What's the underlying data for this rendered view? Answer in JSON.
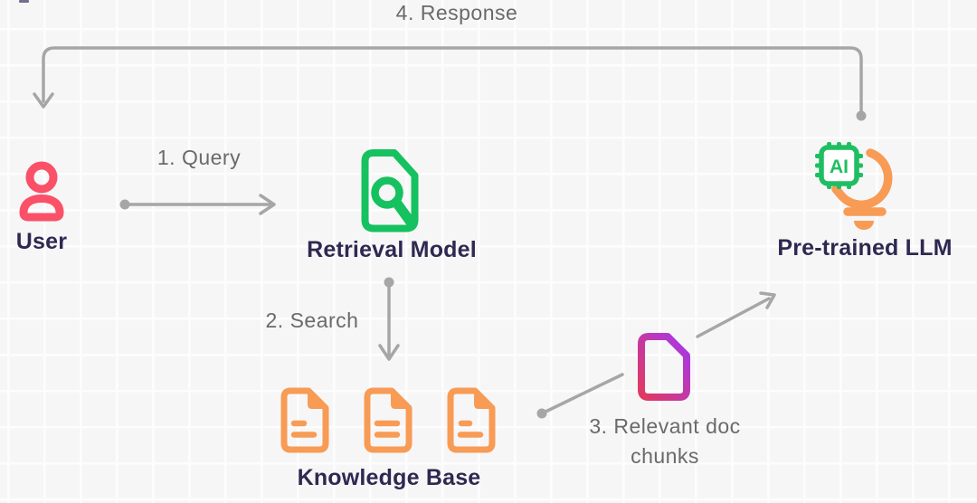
{
  "diagram_type": "flow-diagram (RAG architecture)",
  "nodes": [
    {
      "id": "user",
      "label": "User",
      "icon": "person-icon",
      "color": "#FA5168"
    },
    {
      "id": "retrieval-model",
      "label": "Retrieval Model",
      "icon": "document-search-icon",
      "color": "#16C15F"
    },
    {
      "id": "knowledge-base",
      "label": "Knowledge Base",
      "icon": "documents-icon",
      "doc_count": 3,
      "color": "#F89B55"
    },
    {
      "id": "doc-chunks",
      "label": "",
      "icon": "document-gradient-icon",
      "color_start": "#E2395E",
      "color_end": "#A438EE"
    },
    {
      "id": "pretrained-llm",
      "label": "Pre-trained LLM",
      "icon": "ai-chip-lightbulb-icon",
      "chip_text": "AI",
      "chip_color": "#1FBE62",
      "bulb_color": "#F89B55"
    }
  ],
  "edges": [
    {
      "step": "1. Query",
      "from": "user",
      "to": "retrieval-model"
    },
    {
      "step": "2. Search",
      "from": "retrieval-model",
      "to": "knowledge-base"
    },
    {
      "step": "3. Relevant doc chunks",
      "step_line1": "3. Relevant doc",
      "step_line2": "chunks",
      "from": "knowledge-base",
      "to": "pretrained-llm"
    },
    {
      "step": "4. Response",
      "from": "pretrained-llm",
      "to": "user"
    }
  ],
  "colors": {
    "arrow_gray": "#A6A6A6",
    "step_text_gray": "#6A6A6A",
    "node_label_navy": "#2E2950",
    "background": "#F6F6F7",
    "grid_line": "#FDFDFE"
  }
}
